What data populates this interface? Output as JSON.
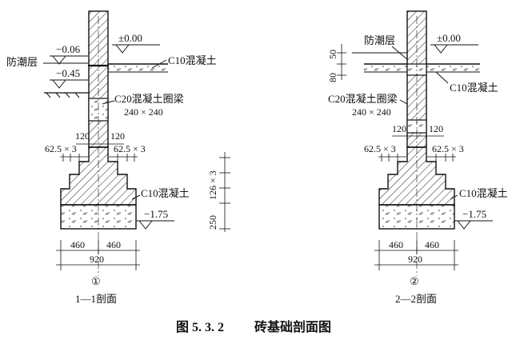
{
  "figure": {
    "caption_number": "图 5. 3. 2",
    "caption_text": "砖基础剖面图"
  },
  "section1": {
    "elev_top_left": "−0.06",
    "dpc_label": "防潮层",
    "elev_ground": "−0.45",
    "elev_floor": "±0.00",
    "slab_label": "C10混凝土",
    "beam_label": "C20混凝土圈梁",
    "beam_size": "240 × 240",
    "wall_half_left": "120",
    "wall_half_right": "120",
    "step_left": "62.5 × 3",
    "step_right": "62.5 × 3",
    "base_label": "C10混凝土",
    "elev_bottom": "−1.75",
    "dim_left": "460",
    "dim_right": "460",
    "dim_total": "920",
    "marker": "①",
    "title": "1—1剖面",
    "vdim_steps": "126 × 3",
    "vdim_base": "250"
  },
  "section2": {
    "dpc_label": "防潮层",
    "elev_floor": "±0.00",
    "vdim_50": "50",
    "vdim_80": "80",
    "slab_label": "C10混凝土",
    "beam_label": "C20混凝土圈梁",
    "beam_size": "240 × 240",
    "wall_half_left": "120",
    "wall_half_right": "120",
    "step_left": "62.5 × 3",
    "step_right": "62.5 × 3",
    "base_label": "C10混凝土",
    "elev_bottom": "−1.75",
    "dim_left": "460",
    "dim_right": "460",
    "dim_total": "920",
    "marker": "②",
    "title": "2—2剖面"
  }
}
